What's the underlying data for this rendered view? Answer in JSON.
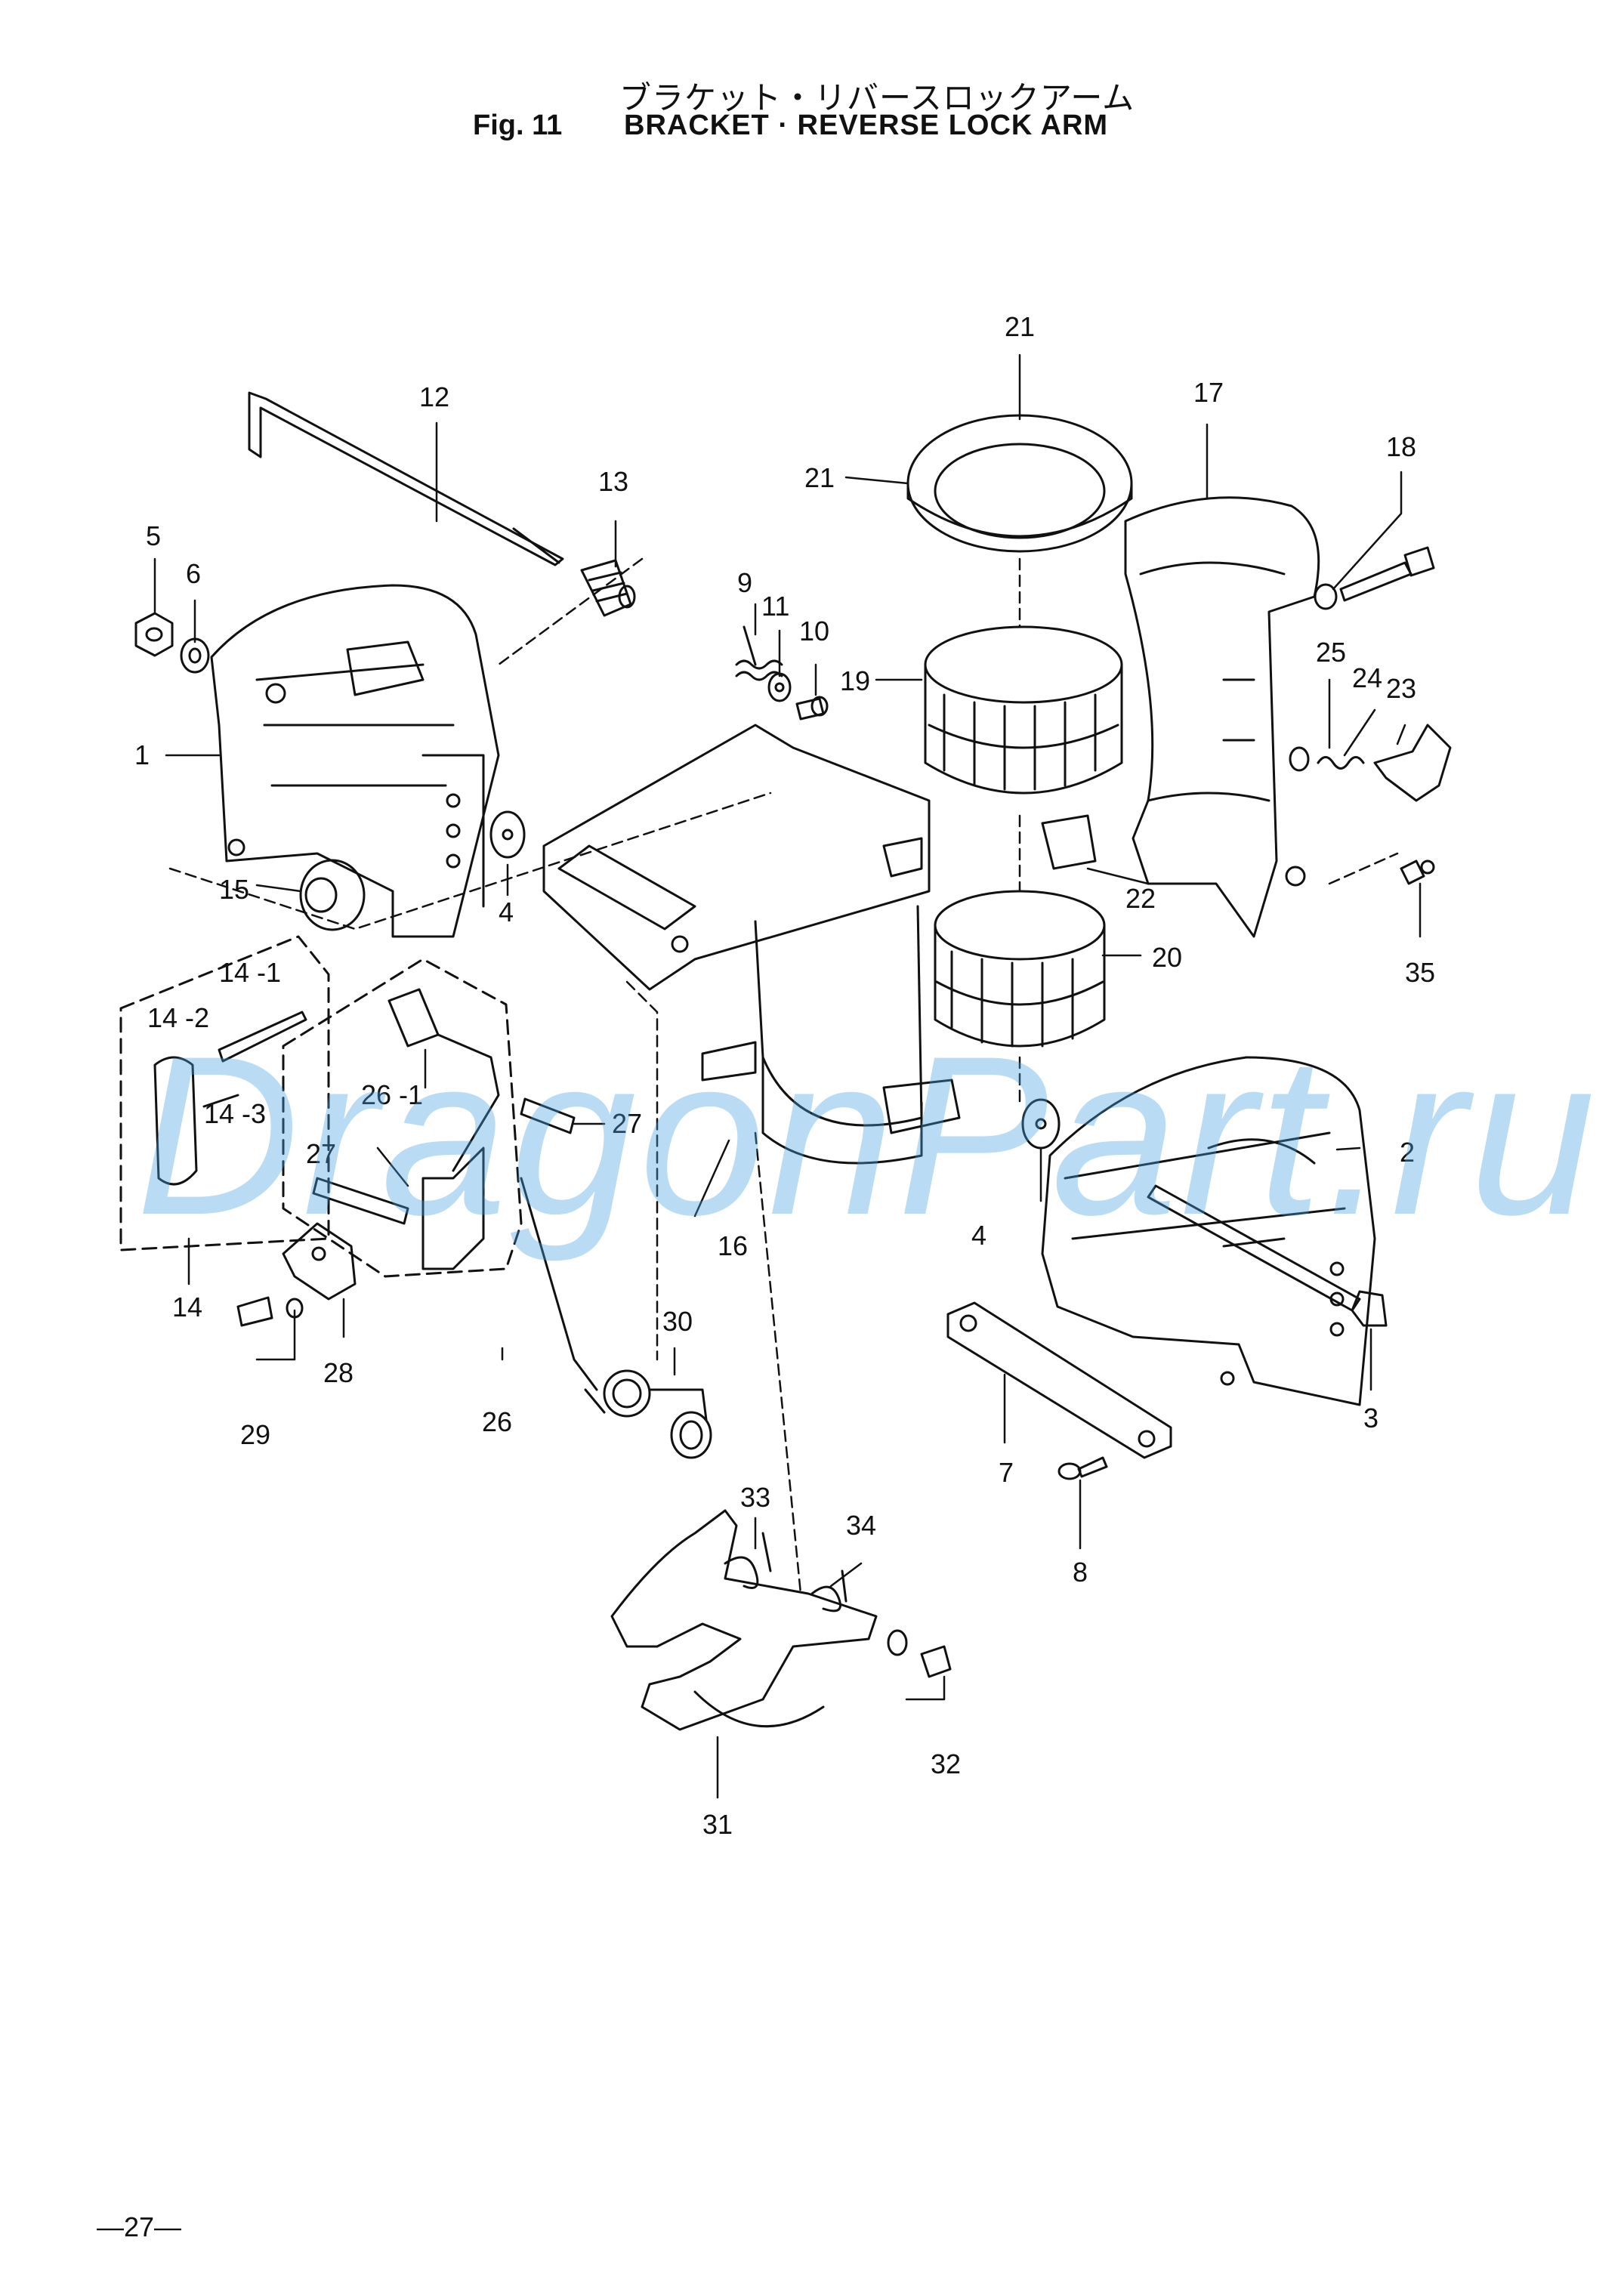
{
  "title_jp": "ブラケット・リバースロックアーム",
  "fig_number": "Fig. 11",
  "title_en": "BRACKET · REVERSE LOCK ARM",
  "watermark": "DragonPart.ru",
  "page_number": "—27—",
  "callouts": {
    "c1": "1",
    "c2": "2",
    "c3": "3",
    "c4a": "4",
    "c4b": "4",
    "c5": "5",
    "c6": "6",
    "c7": "7",
    "c8": "8",
    "c9": "9",
    "c10": "10",
    "c11": "11",
    "c12": "12",
    "c13": "13",
    "c14": "14",
    "c14_1": "14 -1",
    "c14_2": "14 -2",
    "c14_3": "14 -3",
    "c15": "15",
    "c16": "16",
    "c17": "17",
    "c18": "18",
    "c19": "19",
    "c20": "20",
    "c21a": "21",
    "c21b": "21",
    "c22": "22",
    "c23": "23",
    "c24": "24",
    "c25": "25",
    "c26": "26",
    "c26_1": "26 -1",
    "c27a": "27",
    "c27b": "27",
    "c28": "28",
    "c29": "29",
    "c30": "30",
    "c31": "31",
    "c32": "32",
    "c33": "33",
    "c34": "34",
    "c35": "35"
  }
}
